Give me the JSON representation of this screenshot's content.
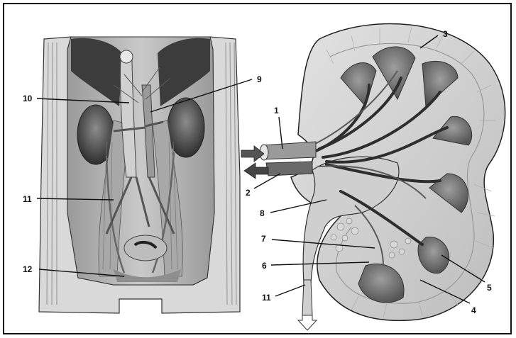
{
  "labels": {
    "l1": "1",
    "l2": "2",
    "l3": "3",
    "l4": "4",
    "l5": "5",
    "l6": "6",
    "l7": "7",
    "l8": "8",
    "l9": "9",
    "l10": "10",
    "l11_left": "11",
    "l11_right": "11",
    "l12": "12"
  },
  "colors": {
    "tissue_dark": "#4a4a4a",
    "tissue_mid": "#8a8a8a",
    "tissue_light": "#cfcfcf",
    "background": "#ffffff",
    "outline": "#111111"
  }
}
